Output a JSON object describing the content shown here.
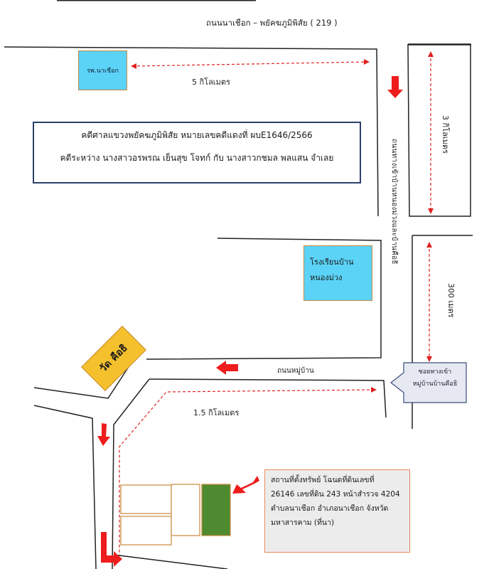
{
  "map": {
    "top_road_title": "ถนนนาเชือก – พยัคฆภูมิพิสัย ( 219 )",
    "hospital_label": "รพ.นาเชือก",
    "distance_5km": "5 กิโลเมตร",
    "distance_3km": "3 กิโลเมตร",
    "distance_300m": "300 เมตร",
    "distance_1_5km": "1.5 กิโลเมตร",
    "vertical_road_label": "ถนนทางเข้าบ้านหนองม่วงและบ้านคือธิ",
    "village_road_label": "ถนนหมู่บ้าน",
    "case_box": {
      "line1": "คดีศาลแขวงพยัคฆภูมิพิสัย หมายเลขคดีแดงที่ ผบE1646/2566",
      "line2": "คดีระหว่าง  นางสาวอรพรณ เย็นสุข  โจทก์  กับ  นางสาวกชมล  พลแสน  จำเลย"
    },
    "school": {
      "line1": "โรงเรียนบ้าน",
      "line2": "หนองม่วง"
    },
    "temple_label": "วัด คือธิ",
    "soi_sign": {
      "line1": "ซอยทางเข้า",
      "line2": "หมู่บ้านบ้านคือธิ"
    },
    "property": {
      "line1": "สถานที่ตั้งทรัพย์ โฉนดที่ดินเลขที่",
      "line2": "26146 เลขที่ดิน 243 หน้าสำรวจ 4204",
      "line3": "ตำบลนาเชือก อำเภอนาเชือก จังหวัด",
      "line4": "มหาสารคาม (ที่นา)"
    },
    "colors": {
      "road": "#222222",
      "arrow": "#ee1c1c",
      "dashed_distance": "#e02020",
      "info_box_fill": "#5bd3f7",
      "temple_fill": "#f4c12d",
      "plot_target_fill": "#4e8a2f",
      "case_border": "#2b3f6b"
    }
  }
}
